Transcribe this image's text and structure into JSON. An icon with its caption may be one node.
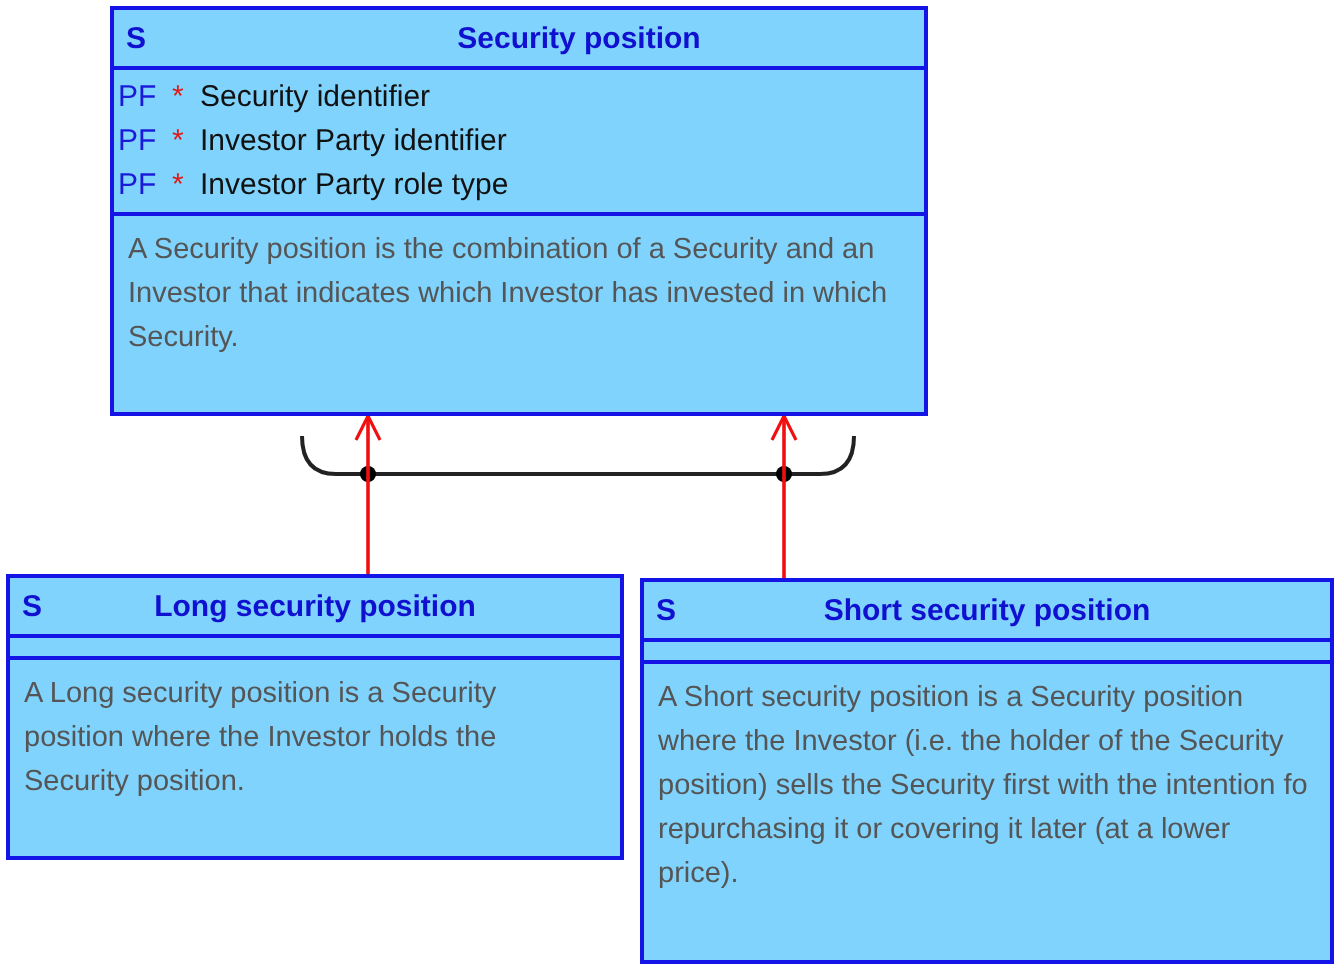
{
  "diagram": {
    "nodes": [
      {
        "text": [
          "S",
          "Security position",
          "PF",
          "*",
          "Security identifier",
          "PF",
          "*",
          "Investor Party identifier",
          "PF",
          "*",
          "Investor Party role type",
          "A Security position is the combination of a Security and an Investor that indicates which Investor has invested in which Security."
        ]
      },
      {
        "text": [
          "S",
          "Long security position",
          "A Long security position is a Security position where the Investor holds the Security position."
        ]
      },
      {
        "text": [
          "S",
          "Short security position",
          "A Short security position is a Security position where the Investor (i.e. the holder of the Security position) sells the Security first with the intention fo repurchasing it or covering it later (at a lower price)."
        ]
      }
    ],
    "edges": [
      {
        "from": 1,
        "to": 0,
        "arrow": "to"
      },
      {
        "from": 2,
        "to": 0,
        "arrow": "to"
      }
    ]
  }
}
